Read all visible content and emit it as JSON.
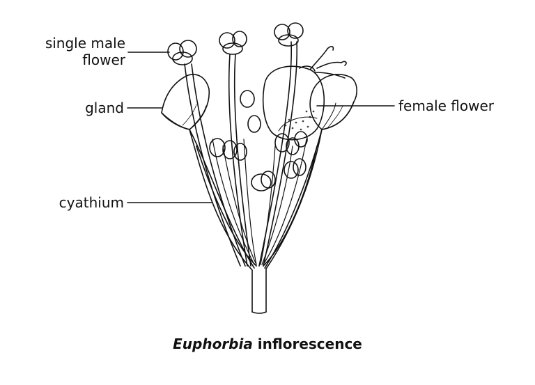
{
  "labels": {
    "single_male_flower": [
      "single male",
      "flower"
    ],
    "gland": "gland",
    "cyathium": "cyathium",
    "female_flower": "female flower"
  },
  "caption": {
    "italic": "Euphorbia",
    "rest": " inflorescence"
  },
  "colors": {
    "ink": "#111111",
    "background": "#ffffff"
  }
}
